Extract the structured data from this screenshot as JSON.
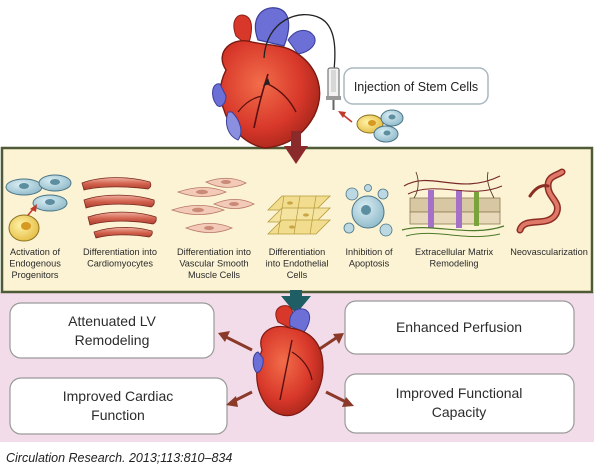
{
  "injection_label": "Injection of Stem Cells",
  "mechanisms": [
    {
      "lines": [
        "Activation of",
        "Endogenous",
        "Progenitors"
      ]
    },
    {
      "lines": [
        "Differentiation into",
        "Cardiomyocytes"
      ]
    },
    {
      "lines": [
        "Differentiation into",
        "Vascular Smooth",
        "Muscle Cells"
      ]
    },
    {
      "lines": [
        "Differentiation",
        "into Endothelial",
        "Cells"
      ]
    },
    {
      "lines": [
        "Inhibition of",
        "Apoptosis"
      ]
    },
    {
      "lines": [
        "Extracellular Matrix",
        "Remodeling"
      ]
    },
    {
      "lines": [
        "Neovascularization"
      ]
    }
  ],
  "outcomes": {
    "top_left": [
      "Attenuated LV",
      "Remodeling"
    ],
    "top_right": [
      "Enhanced Perfusion"
    ],
    "bottom_left": [
      "Improved Cardiac",
      "Function"
    ],
    "bottom_right": [
      "Improved Functional",
      "Capacity"
    ]
  },
  "caption": "Circulation Research. 2013;113:810–834",
  "colors": {
    "band_fill": "#fbf3d4",
    "band_border": "#4f5a36",
    "lower_bg": "#f3dcea",
    "arrow_red": "#8a2a2a",
    "arrow_teal": "#1f5e64",
    "outcome_arrow": "#8b3a2a",
    "heart_red": "#d8382a",
    "vessel_blue": "#6b6fd6"
  }
}
